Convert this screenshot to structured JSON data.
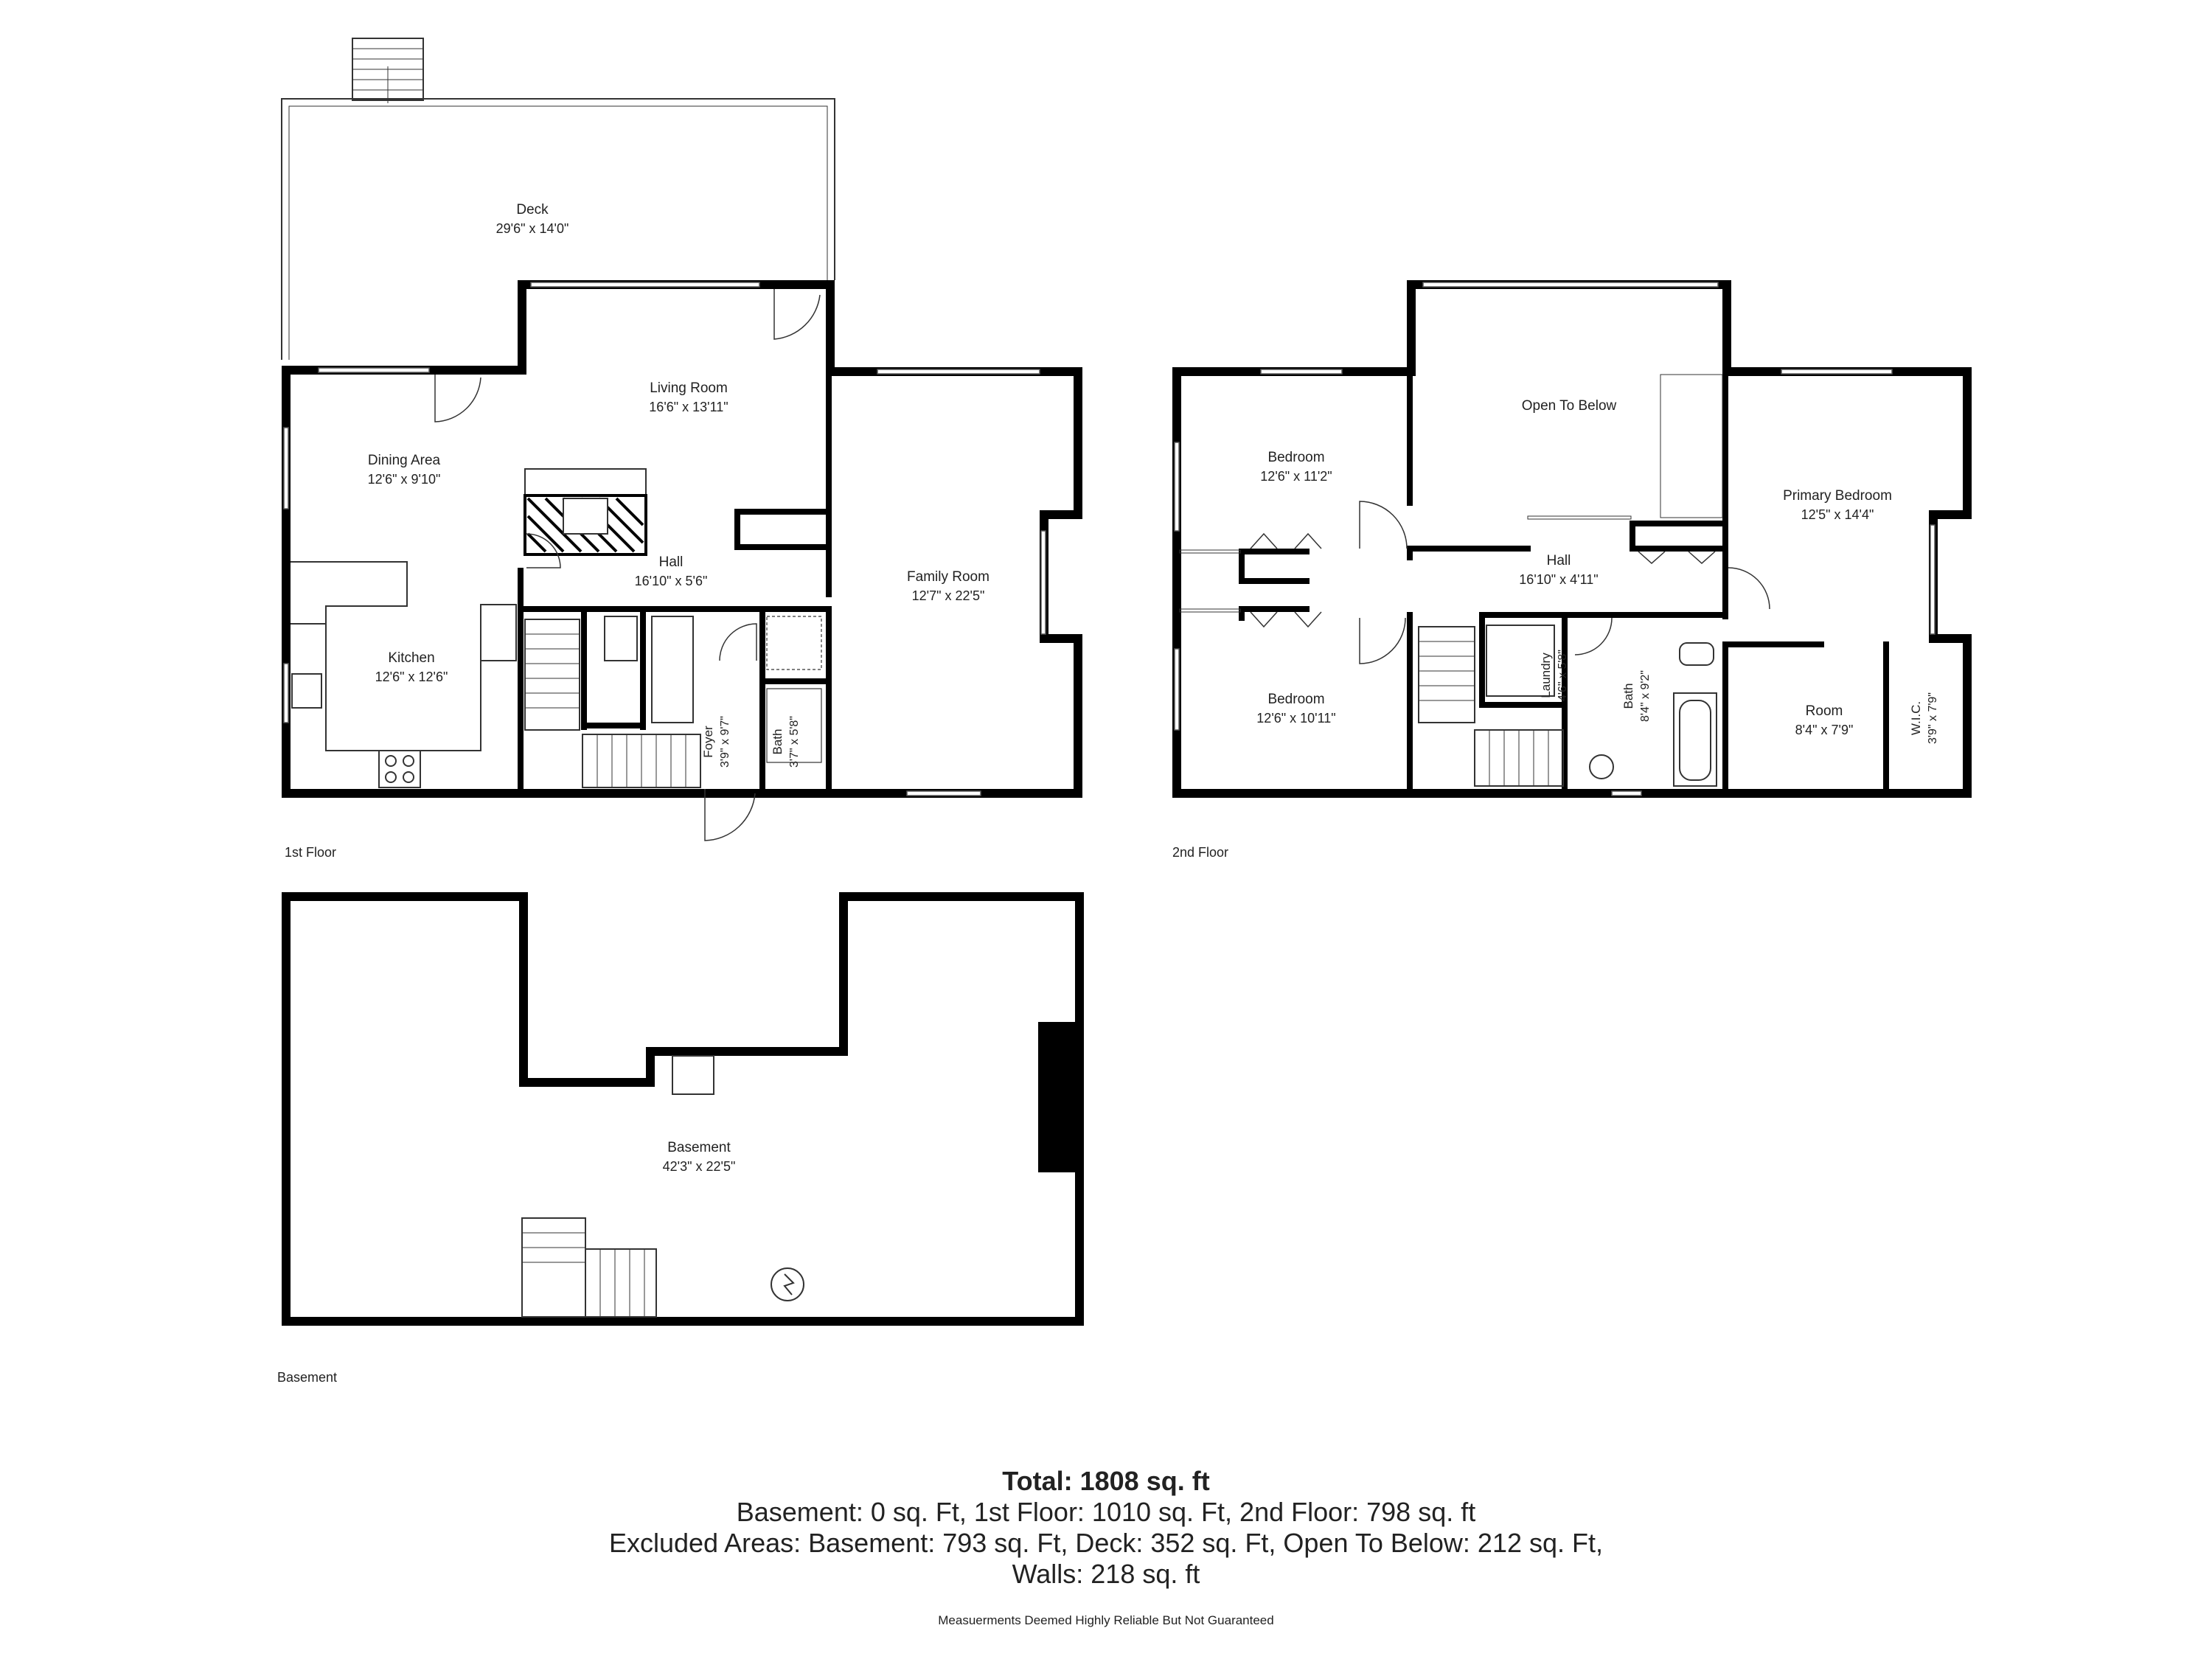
{
  "floors": {
    "first": "1st Floor",
    "second": "2nd Floor",
    "basement": "Basement"
  },
  "rooms": {
    "deck": {
      "name": "Deck",
      "dim": "29'6\" x 14'0\""
    },
    "living": {
      "name": "Living Room",
      "dim": "16'6\" x 13'11\""
    },
    "dining": {
      "name": "Dining Area",
      "dim": "12'6\" x 9'10\""
    },
    "hall1": {
      "name": "Hall",
      "dim": "16'10\" x 5'6\""
    },
    "family": {
      "name": "Family Room",
      "dim": "12'7\" x 22'5\""
    },
    "kitchen": {
      "name": "Kitchen",
      "dim": "12'6\" x 12'6\""
    },
    "foyer": {
      "name": "Foyer",
      "dim": "3'9\" x 9'7\""
    },
    "bath1": {
      "name": "Bath",
      "dim": "3'7\" x 5'8\""
    },
    "bedroom_a": {
      "name": "Bedroom",
      "dim": "12'6\" x 11'2\""
    },
    "open_below": {
      "name": "Open To Below",
      "dim": ""
    },
    "primary": {
      "name": "Primary Bedroom",
      "dim": "12'5\" x 14'4\""
    },
    "hall2": {
      "name": "Hall",
      "dim": "16'10\" x 4'11\""
    },
    "bedroom_b": {
      "name": "Bedroom",
      "dim": "12'6\" x 10'11\""
    },
    "laundry": {
      "name": "Laundry",
      "dim": "4'6\" x 5'8\""
    },
    "bath2": {
      "name": "Bath",
      "dim": "8'4\" x 9'2\""
    },
    "room": {
      "name": "Room",
      "dim": "8'4\" x 7'9\""
    },
    "wic": {
      "name": "W.I.C.",
      "dim": "3'9\" x 7'9\""
    },
    "basement": {
      "name": "Basement",
      "dim": "42'3\" x 22'5\""
    }
  },
  "summary": {
    "total": "Total: 1808 sq. ft",
    "line1": "Basement: 0 sq. Ft, 1st Floor: 1010 sq. Ft, 2nd Floor: 798 sq. ft",
    "line2": "Excluded Areas: Basement: 793 sq. Ft, Deck: 352 sq. Ft, Open To Below: 212 sq. Ft,",
    "line3": "Walls: 218 sq. ft",
    "disclaimer": "Measuerments Deemed Highly Reliable But Not Guaranteed"
  }
}
